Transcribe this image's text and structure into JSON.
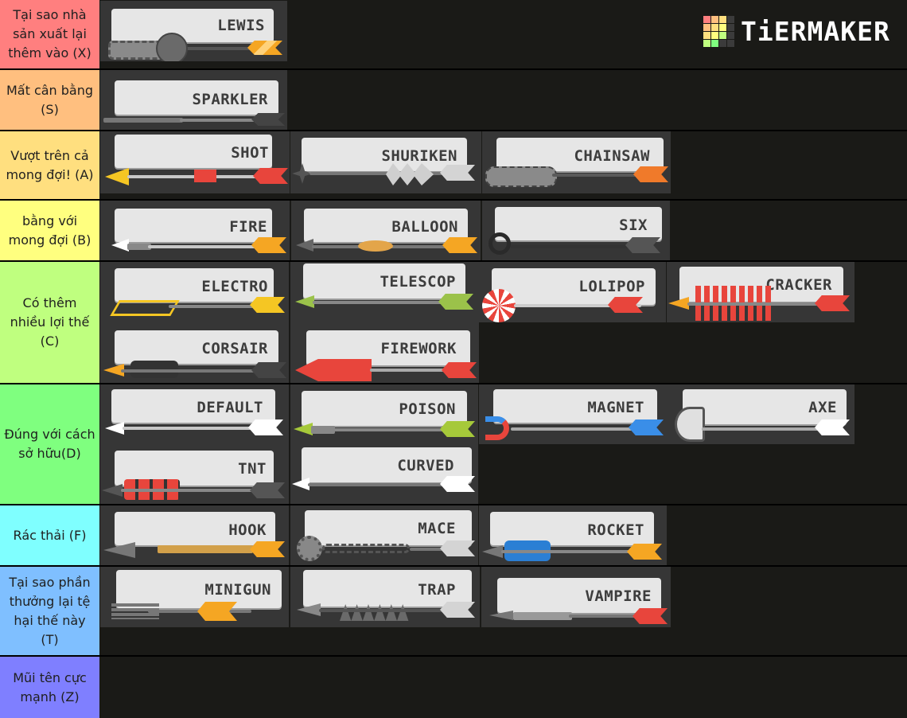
{
  "app": {
    "logo_text": "TiERMAKER",
    "logo_colors": [
      "#ff7f7f",
      "#ffbf7f",
      "#ffdf7f",
      "#ffff7f",
      "#bfff7f",
      "#7fff7f",
      "#7fffff",
      "#7fbfff",
      "#7f7fff",
      "#ff7fff",
      "#bf7fbf",
      "#3b3b3b"
    ]
  },
  "colors": {
    "background": "#1a1a17",
    "divider": "#000000",
    "card": "#e6e6e6",
    "item_tile": "#363636"
  },
  "tiers": [
    {
      "id": "X",
      "label": "Tại sao nhà sản xuất lại thêm vào (X)",
      "color": "#ff7f7f",
      "items": [
        {
          "name": "LEWIS",
          "accent": "#f5a623",
          "shaft": "#555555",
          "extra": "chain"
        }
      ]
    },
    {
      "id": "S",
      "label": "Mất cân bằng (S)",
      "color": "#ffbf7f",
      "items": [
        {
          "name": "SPARKLER",
          "accent": "#444444",
          "shaft": "#888888",
          "extra": "none"
        }
      ]
    },
    {
      "id": "A",
      "label": "Vượt trên cả mong đợi! (A)",
      "color": "#ffdf7f",
      "items": [
        {
          "name": "SHOT",
          "accent": "#e8453c",
          "shaft": "#c7c7c7",
          "extra": "none"
        },
        {
          "name": "SHURIKEN",
          "accent": "#d4d4d4",
          "shaft": "#777777",
          "extra": "star"
        },
        {
          "name": "CHAINSAW",
          "accent": "#f07a2a",
          "shaft": "#5a5a5a",
          "extra": "saw"
        }
      ]
    },
    {
      "id": "B",
      "label": "bằng với mong đợi (B)",
      "color": "#ffff7f",
      "items": [
        {
          "name": "FIRE",
          "accent": "#f5a623",
          "shaft": "#c7c7c7",
          "extra": "none"
        },
        {
          "name": "BALLOON",
          "accent": "#f5a623",
          "shaft": "#666666",
          "extra": "balloon"
        },
        {
          "name": "SIX",
          "accent": "#555555",
          "shaft": "#333333",
          "extra": "ring"
        }
      ]
    },
    {
      "id": "C",
      "label": "Có thêm nhiều lợi thế (C)",
      "color": "#bfff7f",
      "items": [
        {
          "name": "ELECTRO",
          "accent": "#f5c623",
          "shaft": "#888888",
          "extra": "none"
        },
        {
          "name": "TELESCOP",
          "accent": "#9bc24a",
          "shaft": "#888888",
          "extra": "none"
        },
        {
          "name": "LOLIPOP",
          "accent": "#e8453c",
          "shaft": "#cccccc",
          "extra": "candy"
        },
        {
          "name": "CRACKER",
          "accent": "#e8453c",
          "shaft": "#888888",
          "extra": "cracker"
        },
        {
          "name": "CORSAIR",
          "accent": "#444444",
          "shaft": "#777777",
          "extra": "corsair"
        },
        {
          "name": "FIREWORK",
          "accent": "#e8453c",
          "shaft": "#e8453c",
          "extra": "firework"
        }
      ]
    },
    {
      "id": "D",
      "label": "Đúng với cách sở hữu(D)",
      "color": "#7fff7f",
      "items": [
        {
          "name": "DEFAULT",
          "accent": "#ffffff",
          "shaft": "#c7c7c7",
          "extra": "none"
        },
        {
          "name": "POISON",
          "accent": "#a6c93a",
          "shaft": "#888888",
          "extra": "none"
        },
        {
          "name": "MAGNET",
          "accent": "#3a8ee8",
          "shaft": "#aaaaaa",
          "extra": "magnet"
        },
        {
          "name": "AXE",
          "accent": "#ffffff",
          "shaft": "#aaaaaa",
          "extra": "axe"
        },
        {
          "name": "TNT",
          "accent": "#555555",
          "shaft": "#888888",
          "extra": "tnt"
        },
        {
          "name": "CURVED",
          "accent": "#ffffff",
          "shaft": "#777777",
          "extra": "none"
        }
      ]
    },
    {
      "id": "F",
      "label": "Rác thải (F)",
      "color": "#7fffff",
      "items": [
        {
          "name": "HOOK",
          "accent": "#f5a623",
          "shaft": "#d2a04a",
          "extra": "none"
        },
        {
          "name": "MACE",
          "accent": "#d4d4d4",
          "shaft": "#777777",
          "extra": "mace"
        },
        {
          "name": "ROCKET",
          "accent": "#f5a623",
          "shaft": "#2b7fd4",
          "extra": "rocket"
        }
      ]
    },
    {
      "id": "T",
      "label": "Tại sao phần thưởng lại tệ hại thế này (T)",
      "color": "#7fbfff",
      "items": [
        {
          "name": "MINIGUN",
          "accent": "#f5a623",
          "shaft": "#777777",
          "extra": "none"
        },
        {
          "name": "TRAP",
          "accent": "#d4d4d4",
          "shaft": "#555555",
          "extra": "trap"
        },
        {
          "name": "VAMPIRE",
          "accent": "#e8453c",
          "shaft": "#777777",
          "extra": "none"
        }
      ]
    },
    {
      "id": "Z",
      "label": "Mũi tên cực mạnh (Z)",
      "color": "#7f7fff",
      "items": []
    }
  ]
}
